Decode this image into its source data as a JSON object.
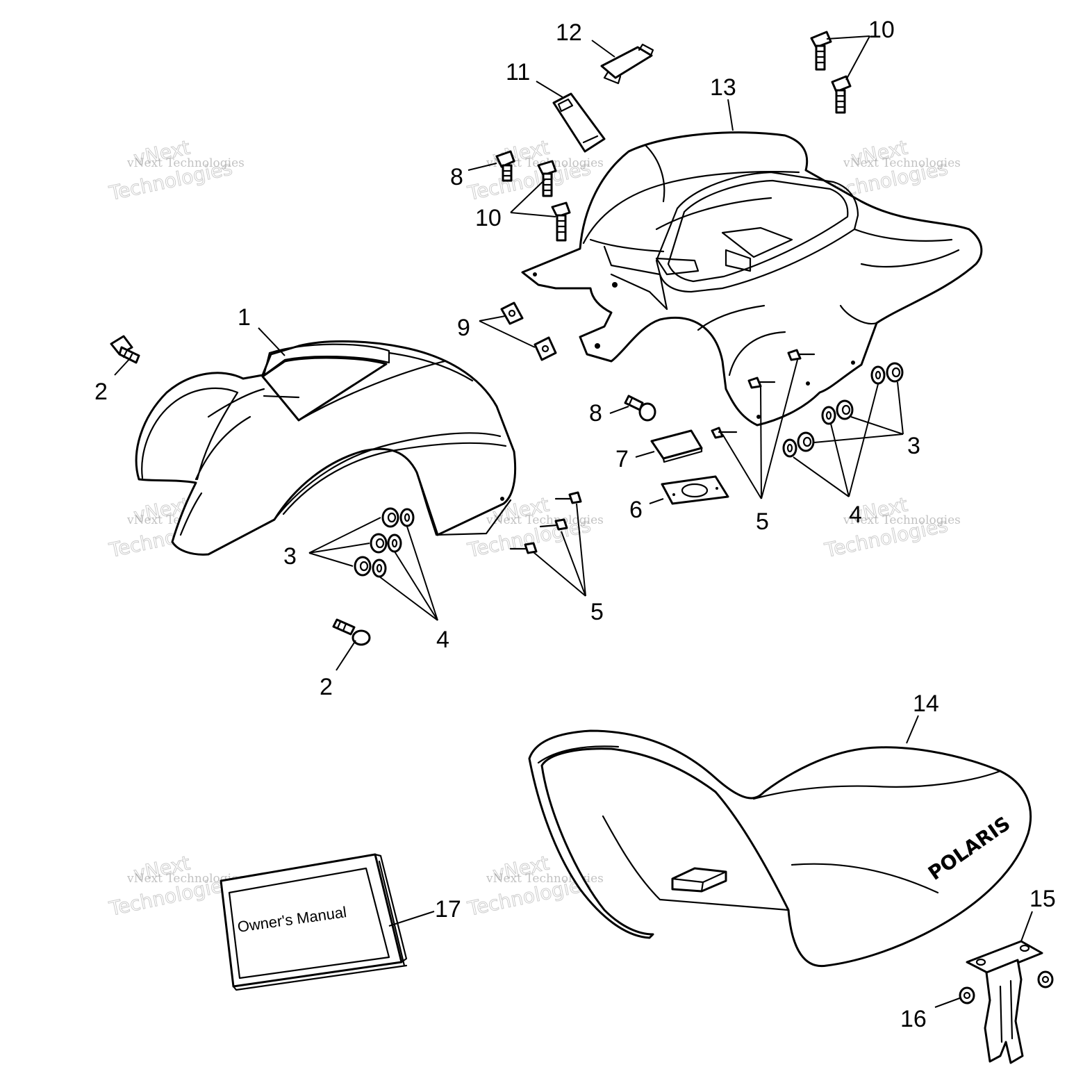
{
  "callouts": [
    {
      "id": "c1",
      "text": "1"
    },
    {
      "id": "c2a",
      "text": "2"
    },
    {
      "id": "c2b",
      "text": "2"
    },
    {
      "id": "c3a",
      "text": "3"
    },
    {
      "id": "c3b",
      "text": "3"
    },
    {
      "id": "c4a",
      "text": "4"
    },
    {
      "id": "c4b",
      "text": "4"
    },
    {
      "id": "c5a",
      "text": "5"
    },
    {
      "id": "c5b",
      "text": "5"
    },
    {
      "id": "c6",
      "text": "6"
    },
    {
      "id": "c7",
      "text": "7"
    },
    {
      "id": "c8a",
      "text": "8"
    },
    {
      "id": "c8b",
      "text": "8"
    },
    {
      "id": "c9",
      "text": "9"
    },
    {
      "id": "c10a",
      "text": "10"
    },
    {
      "id": "c10b",
      "text": "10"
    },
    {
      "id": "c11",
      "text": "11"
    },
    {
      "id": "c12",
      "text": "12"
    },
    {
      "id": "c13",
      "text": "13"
    },
    {
      "id": "c14",
      "text": "14"
    },
    {
      "id": "c15",
      "text": "15"
    },
    {
      "id": "c16",
      "text": "16"
    },
    {
      "id": "c17",
      "text": "17"
    }
  ],
  "manual": {
    "title": "Owner's Manual"
  },
  "seat": {
    "logo": "POLARIS"
  },
  "watermark": {
    "small": "vNext Technologies",
    "line1": "vNext",
    "line2": "Technologies"
  }
}
